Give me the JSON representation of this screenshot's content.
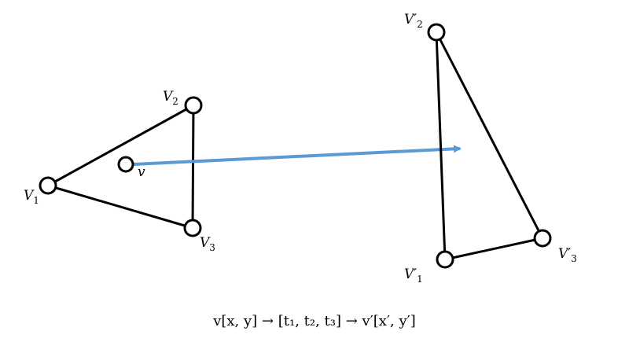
{
  "colors": {
    "edges": "#000000",
    "vertex_fill": "#ffffff",
    "arrow": "#5b9bd5"
  },
  "source_triangle": {
    "v1": {
      "base": "V",
      "sub": "1"
    },
    "v2": {
      "base": "V",
      "sub": "2"
    },
    "v3": {
      "base": "V",
      "sub": "3"
    },
    "point": {
      "label": "v"
    }
  },
  "target_triangle": {
    "v1": {
      "base": "V′",
      "sub": "1"
    },
    "v2": {
      "base": "V′",
      "sub": "2"
    },
    "v3": {
      "base": "V′",
      "sub": "3"
    }
  },
  "formula": "v[x, y] → [t₁, t₂, t₃] → v′[x′, y′]"
}
